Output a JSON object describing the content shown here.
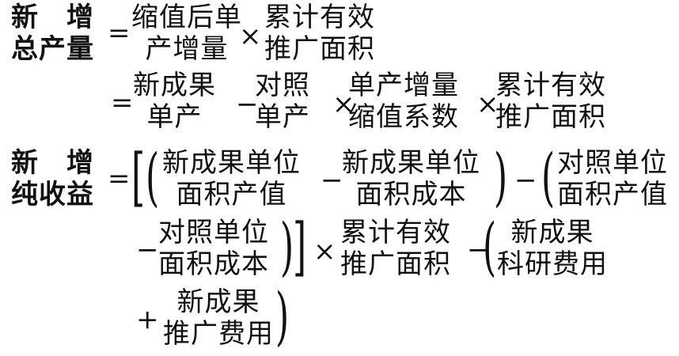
{
  "formula1": {
    "label": [
      "新　增",
      "总产量"
    ],
    "eq": "=",
    "term1": [
      "缩值后单",
      "产增量"
    ],
    "times": "×",
    "term2": [
      "累计有效",
      "推广面积"
    ]
  },
  "formula1b": {
    "eq": "=",
    "term1": [
      "新成果",
      "单产"
    ],
    "minus": "−",
    "term2": [
      "对照",
      "单产"
    ],
    "times1": "×",
    "term3": [
      "单产增量",
      "缩值系数"
    ],
    "times2": "×",
    "term4": [
      "累计有效",
      "推广面积"
    ]
  },
  "formula2": {
    "label": [
      "新　增",
      "纯收益"
    ],
    "eq": "=",
    "lbracket": "[",
    "lparen1": "(",
    "term1": [
      "新成果单位",
      "面积产值"
    ],
    "minus1": "−",
    "term2": [
      "新成果单位",
      "面积成本"
    ],
    "rparen1": ")",
    "minus2": "−",
    "lparen2": "(",
    "term3": [
      "对照单位",
      "面积产值"
    ],
    "minus3": "−",
    "term4": [
      "对照单位",
      "面积成本"
    ],
    "rparen2": ")",
    "rbracket": "]",
    "times": "×",
    "term5": [
      "累计有效",
      "推广面积"
    ],
    "minus4": "−",
    "lparen3": "(",
    "term6": [
      "新成果",
      "科研费用"
    ],
    "plus": "+",
    "term7": [
      "新成果",
      "推广费用"
    ],
    "rparen3": ")"
  }
}
